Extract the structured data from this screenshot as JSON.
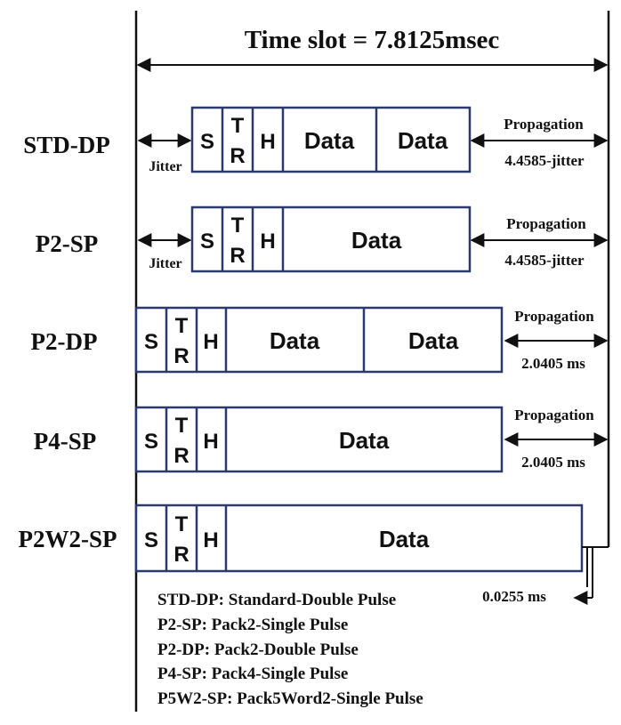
{
  "diagram": {
    "title": "Time slot = 7.8125msec",
    "rows": [
      {
        "label": "STD-DP",
        "fields": [
          "S",
          "T",
          "R",
          "H",
          "Data",
          "Data"
        ],
        "jitter": "Jitter",
        "prop_label": "Propagation",
        "prop_value": "4.4585-jitter"
      },
      {
        "label": "P2-SP",
        "fields": [
          "S",
          "T",
          "R",
          "H",
          "Data"
        ],
        "jitter": "Jitter",
        "prop_label": "Propagation",
        "prop_value": "4.4585-jitter"
      },
      {
        "label": "P2-DP",
        "fields": [
          "S",
          "T",
          "R",
          "H",
          "Data",
          "Data"
        ],
        "prop_label": "Propagation",
        "prop_value": "2.0405 ms"
      },
      {
        "label": "P4-SP",
        "fields": [
          "S",
          "T",
          "R",
          "H",
          "Data"
        ],
        "prop_label": "Propagation",
        "prop_value": "2.0405 ms"
      },
      {
        "label": "P2W2-SP",
        "fields": [
          "S",
          "T",
          "R",
          "H",
          "Data"
        ],
        "prop_value": "0.0255 ms"
      }
    ],
    "legend": [
      "STD-DP: Standard-Double Pulse",
      "P2-SP: Pack2-Single Pulse",
      "P2-DP: Pack2-Double Pulse",
      "P4-SP: Pack4-Single Pulse",
      "P5W2-SP: Pack5Word2-Single Pulse"
    ],
    "colors": {
      "box_border": "#2b3a6b",
      "text": "#111111"
    }
  }
}
